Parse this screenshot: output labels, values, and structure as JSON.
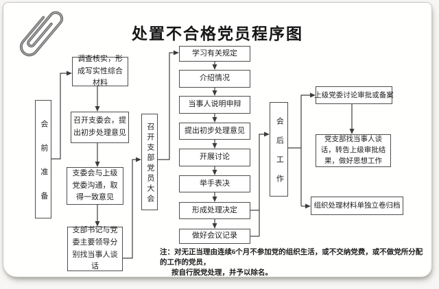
{
  "page": {
    "title": "处置不合格党员程序图",
    "note_line1": "注：对无正当理由连续6个月不参加党的组织生活，或不交纳党费，或不做党所分配的工作的党员，",
    "note_line2": "按自行脱党处理，并予以除名。"
  },
  "colors": {
    "paper": "#ffffff",
    "border": "#4c4c4c",
    "line": "#3d3d3d",
    "text": "#1d1d1d"
  },
  "flowchart": {
    "phase_pre": "会前准备",
    "pre_steps": [
      "调查核实，形成写实性综合材料",
      "召开支委会，提出初步处理意见",
      "支委会与上级党委沟通，取得一致意见",
      "支部书记与党委主要领导分别找当事人谈话"
    ],
    "phase_meeting": "召开支部党员大会",
    "meeting_steps": [
      "学习有关规定",
      "介绍情况",
      "当事人说明申辩",
      "提出初步处理意见",
      "开展讨论",
      "举手表决",
      "形成处理决定",
      "做好会议记录"
    ],
    "phase_post": "会后工作",
    "post_steps": [
      "上级党委讨论审批或备案",
      "党支部找当事人谈话，转告上级审批结果，做好思想工作",
      "组织处理材料单独立卷归档"
    ]
  }
}
